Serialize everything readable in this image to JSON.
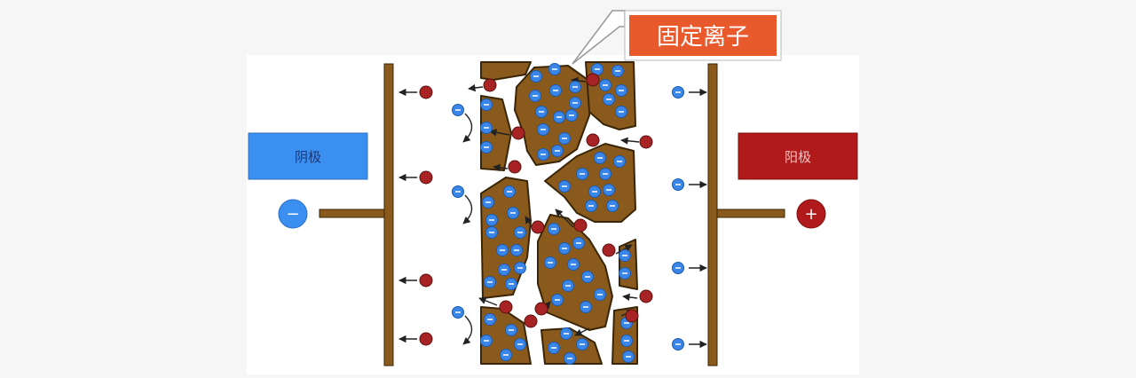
{
  "callout": {
    "text": "固定离子"
  },
  "cathode": {
    "label": "阴极",
    "sign": "−"
  },
  "anode": {
    "label": "阳极",
    "sign": "+"
  },
  "colors": {
    "background": "#f6f6f6",
    "panel": "#ffffff",
    "electrode": "#8a5a1c",
    "particle_fill": "#8a5a1c",
    "particle_stroke": "#3a2606",
    "fixed_ion": "#3a86e8",
    "mobile_ion": "#a82424",
    "cathode_box": "#3b8ff0",
    "anode_box": "#b01a1a",
    "callout_bg": "#e8592c"
  },
  "icons": {
    "arrow": "arrow-icon"
  }
}
